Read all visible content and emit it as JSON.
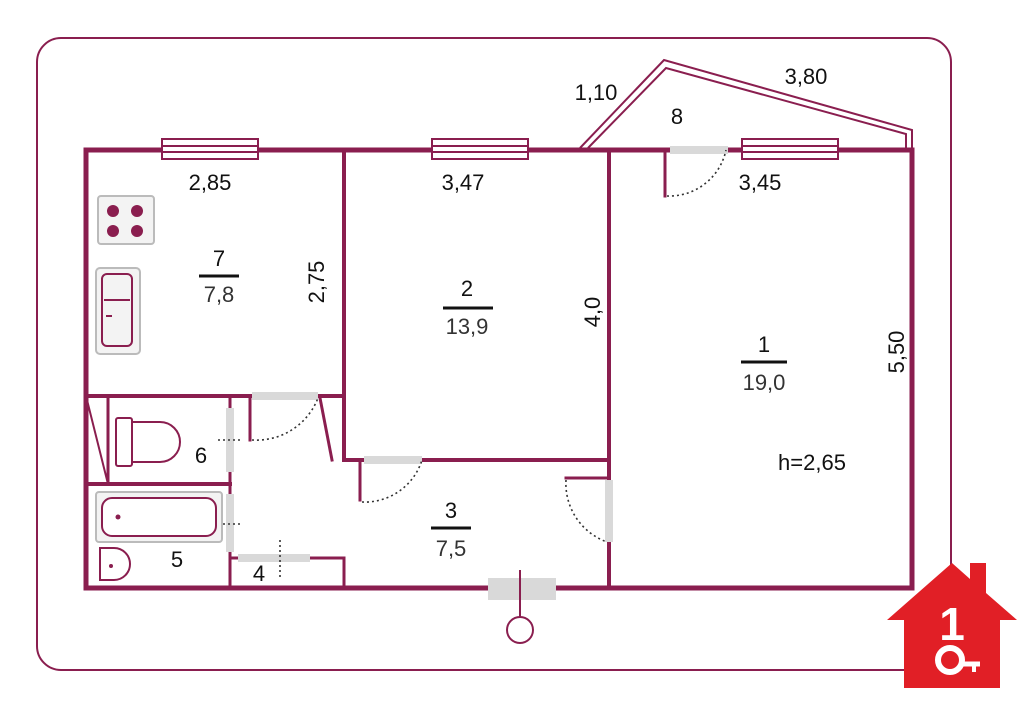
{
  "colors": {
    "wall": "#8a1e4f",
    "frame": "#8a1e4f",
    "logo": "#e11f26",
    "text": "#111111"
  },
  "icons": {
    "logo": "house-key-logo",
    "stove": "stove-icon",
    "sink": "sink-icon",
    "toilet": "toilet-icon",
    "bathtub": "bathtub-icon",
    "washbasin": "washbasin-icon"
  },
  "rooms": [
    {
      "id": "7",
      "area": "7,8"
    },
    {
      "id": "2",
      "area": "13,9"
    },
    {
      "id": "1",
      "area": "19,0"
    },
    {
      "id": "3",
      "area": "7,5"
    },
    {
      "id": "6"
    },
    {
      "id": "5"
    },
    {
      "id": "4"
    },
    {
      "id": "8"
    }
  ],
  "dimensions": {
    "kitchen_width": "2,85",
    "kitchen_length": "2,75",
    "room2_width": "3,47",
    "room2_length": "4,0",
    "room1_width": "3,45",
    "room1_length": "5,50",
    "balcony_short": "1,10",
    "balcony_long": "3,80"
  },
  "ceiling_height": "h=2,65",
  "logo_digit": "1"
}
